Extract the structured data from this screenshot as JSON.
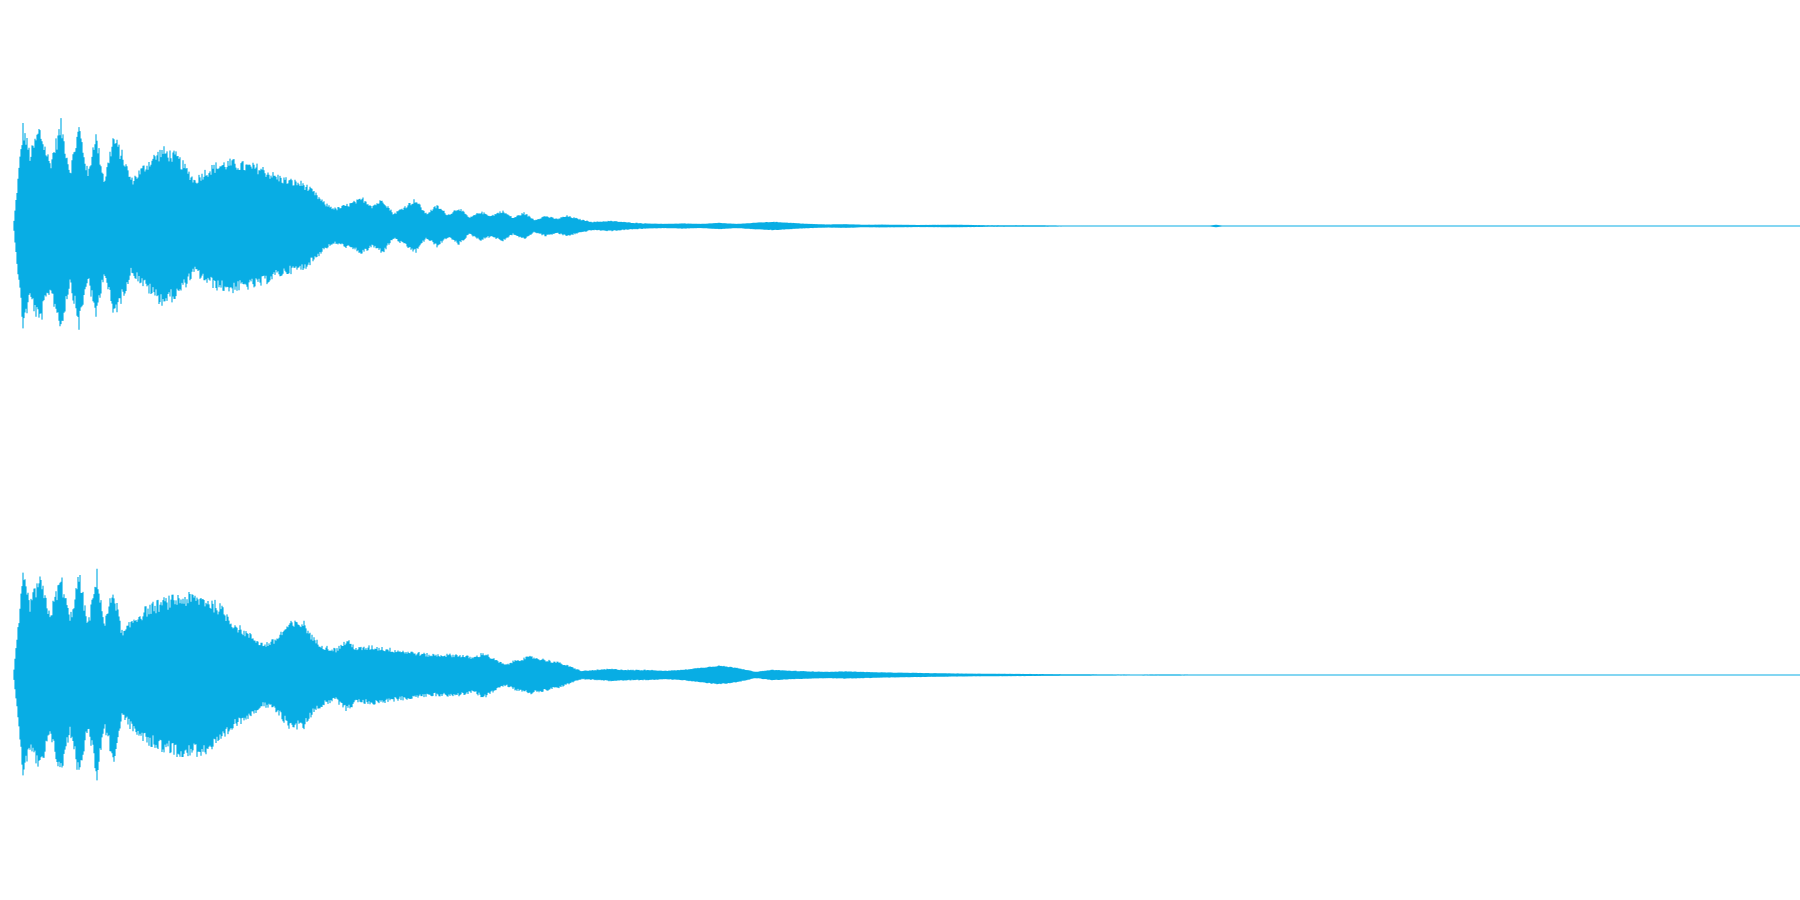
{
  "waveform": {
    "channel_count": 2,
    "color": "#08ade4",
    "background": "#ffffff",
    "channels": [
      {
        "name": "",
        "envelope": [
          [
            0.0,
            0.05
          ],
          [
            0.5,
            0.98
          ],
          [
            0.9,
            0.7
          ],
          [
            1.4,
            0.96
          ],
          [
            2.0,
            0.62
          ],
          [
            2.6,
            1.0
          ],
          [
            3.1,
            0.55
          ],
          [
            3.6,
            0.98
          ],
          [
            4.1,
            0.5
          ],
          [
            4.5,
            0.92
          ],
          [
            5.0,
            0.45
          ],
          [
            5.5,
            0.88
          ],
          [
            6.0,
            0.7
          ],
          [
            6.5,
            0.45
          ],
          [
            7.0,
            0.55
          ],
          [
            7.6,
            0.66
          ],
          [
            8.2,
            0.75
          ],
          [
            9.0,
            0.69
          ],
          [
            9.6,
            0.55
          ],
          [
            10.0,
            0.45
          ],
          [
            10.5,
            0.53
          ],
          [
            11.2,
            0.6
          ],
          [
            12.0,
            0.63
          ],
          [
            12.8,
            0.6
          ],
          [
            13.6,
            0.58
          ],
          [
            14.4,
            0.5
          ],
          [
            15.2,
            0.45
          ],
          [
            16.0,
            0.42
          ],
          [
            16.6,
            0.33
          ],
          [
            17.2,
            0.22
          ],
          [
            17.8,
            0.17
          ],
          [
            18.6,
            0.22
          ],
          [
            19.3,
            0.27
          ],
          [
            19.8,
            0.2
          ],
          [
            20.4,
            0.26
          ],
          [
            21.0,
            0.12
          ],
          [
            21.6,
            0.19
          ],
          [
            22.2,
            0.26
          ],
          [
            22.8,
            0.12
          ],
          [
            23.4,
            0.2
          ],
          [
            24.0,
            0.11
          ],
          [
            24.6,
            0.18
          ],
          [
            25.2,
            0.08
          ],
          [
            25.8,
            0.14
          ],
          [
            26.4,
            0.1
          ],
          [
            27.0,
            0.15
          ],
          [
            27.6,
            0.08
          ],
          [
            28.2,
            0.13
          ],
          [
            28.8,
            0.06
          ],
          [
            29.4,
            0.1
          ],
          [
            30.0,
            0.07
          ],
          [
            30.6,
            0.1
          ],
          [
            31.2,
            0.07
          ],
          [
            32.0,
            0.04
          ],
          [
            33.0,
            0.05
          ],
          [
            34.0,
            0.035
          ],
          [
            35.0,
            0.025
          ],
          [
            36.0,
            0.02
          ],
          [
            37.0,
            0.025
          ],
          [
            38.0,
            0.02
          ],
          [
            39.0,
            0.03
          ],
          [
            40.0,
            0.02
          ],
          [
            41.0,
            0.032
          ],
          [
            42.0,
            0.04
          ],
          [
            43.0,
            0.03
          ],
          [
            44.0,
            0.02
          ],
          [
            45.0,
            0.015
          ],
          [
            46.0,
            0.018
          ],
          [
            47.0,
            0.012
          ],
          [
            48.0,
            0.014
          ],
          [
            50.0,
            0.01
          ],
          [
            52.0,
            0.012
          ],
          [
            54.0,
            0.008
          ],
          [
            56.0,
            0.008
          ],
          [
            58.0,
            0.005
          ],
          [
            60.0,
            0.004
          ],
          [
            62.0,
            0.004
          ],
          [
            64.0,
            0.003
          ],
          [
            66.0,
            0.002
          ],
          [
            66.5,
            0.012
          ],
          [
            67.0,
            0.0
          ],
          [
            100.0,
            0.0
          ]
        ]
      },
      {
        "name": "",
        "envelope": [
          [
            0.0,
            0.05
          ],
          [
            0.5,
            0.96
          ],
          [
            0.9,
            0.7
          ],
          [
            1.4,
            0.95
          ],
          [
            2.0,
            0.6
          ],
          [
            2.6,
            0.96
          ],
          [
            3.1,
            0.55
          ],
          [
            3.6,
            0.98
          ],
          [
            4.1,
            0.5
          ],
          [
            4.6,
            1.0
          ],
          [
            5.0,
            0.5
          ],
          [
            5.5,
            0.85
          ],
          [
            6.0,
            0.4
          ],
          [
            6.6,
            0.55
          ],
          [
            7.4,
            0.66
          ],
          [
            8.2,
            0.72
          ],
          [
            9.0,
            0.76
          ],
          [
            9.8,
            0.77
          ],
          [
            10.6,
            0.75
          ],
          [
            11.4,
            0.67
          ],
          [
            12.2,
            0.5
          ],
          [
            13.0,
            0.4
          ],
          [
            13.8,
            0.3
          ],
          [
            14.4,
            0.34
          ],
          [
            15.2,
            0.5
          ],
          [
            16.0,
            0.52
          ],
          [
            16.6,
            0.35
          ],
          [
            17.2,
            0.28
          ],
          [
            17.8,
            0.25
          ],
          [
            18.4,
            0.34
          ],
          [
            19.0,
            0.26
          ],
          [
            19.8,
            0.28
          ],
          [
            20.6,
            0.26
          ],
          [
            21.4,
            0.24
          ],
          [
            22.2,
            0.22
          ],
          [
            23.0,
            0.2
          ],
          [
            23.8,
            0.2
          ],
          [
            24.6,
            0.2
          ],
          [
            25.4,
            0.17
          ],
          [
            26.0,
            0.22
          ],
          [
            26.6,
            0.15
          ],
          [
            27.2,
            0.1
          ],
          [
            27.8,
            0.15
          ],
          [
            28.6,
            0.18
          ],
          [
            29.4,
            0.15
          ],
          [
            30.2,
            0.12
          ],
          [
            30.8,
            0.08
          ],
          [
            31.4,
            0.04
          ],
          [
            32.2,
            0.05
          ],
          [
            33.0,
            0.06
          ],
          [
            34.0,
            0.05
          ],
          [
            35.0,
            0.05
          ],
          [
            36.0,
            0.04
          ],
          [
            37.0,
            0.05
          ],
          [
            38.0,
            0.07
          ],
          [
            39.0,
            0.09
          ],
          [
            40.0,
            0.07
          ],
          [
            41.0,
            0.03
          ],
          [
            42.0,
            0.05
          ],
          [
            43.0,
            0.04
          ],
          [
            44.0,
            0.035
          ],
          [
            45.0,
            0.03
          ],
          [
            46.0,
            0.035
          ],
          [
            47.0,
            0.03
          ],
          [
            48.0,
            0.025
          ],
          [
            50.0,
            0.02
          ],
          [
            52.0,
            0.015
          ],
          [
            54.0,
            0.012
          ],
          [
            56.0,
            0.01
          ],
          [
            58.0,
            0.008
          ],
          [
            60.0,
            0.006
          ],
          [
            62.0,
            0.005
          ],
          [
            64.0,
            0.006
          ],
          [
            66.0,
            0.004
          ],
          [
            68.0,
            0.004
          ],
          [
            69.0,
            0.003
          ],
          [
            69.5,
            0.0
          ],
          [
            100.0,
            0.0
          ]
        ]
      }
    ]
  }
}
